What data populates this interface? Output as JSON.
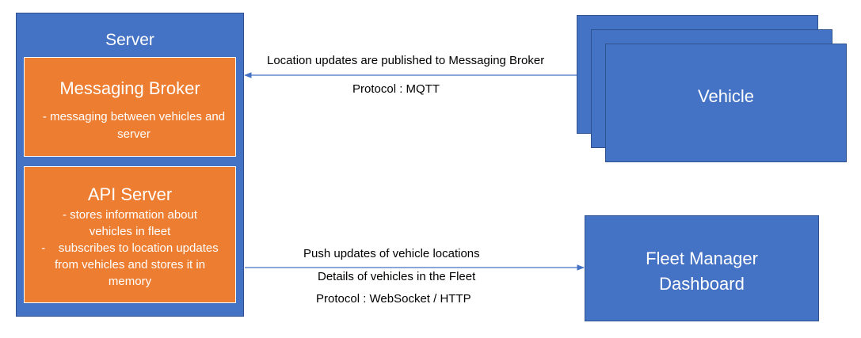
{
  "server": {
    "title": "Server",
    "messaging_broker": {
      "title": "Messaging Broker",
      "description": "- messaging between vehicles and server"
    },
    "api_server": {
      "title": "API Server",
      "lines": [
        "- stores information about",
        "vehicles in fleet",
        "-    subscribes to location updates",
        "from vehicles and stores it in",
        "memory"
      ]
    }
  },
  "vehicle": {
    "label": "Vehicle"
  },
  "dashboard": {
    "line1": "Fleet Manager",
    "line2": "Dashboard"
  },
  "top_connection": {
    "label": "Location updates are published to Messaging Broker",
    "protocol": "Protocol : MQTT"
  },
  "bottom_connection": {
    "label1": "Push updates of vehicle locations",
    "label2": "Details of vehicles in the Fleet",
    "protocol": "Protocol : WebSocket / HTTP"
  },
  "colors": {
    "box_blue": "#4472C4",
    "box_blue_border": "#2F528F",
    "box_orange": "#ED7D31",
    "arrow": "#4472C4"
  }
}
